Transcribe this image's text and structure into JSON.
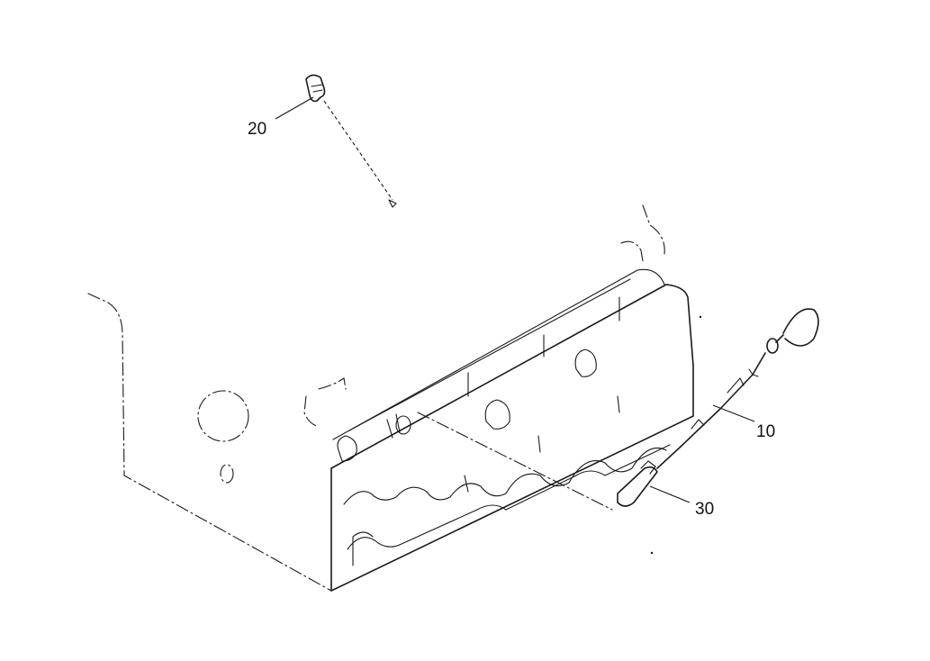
{
  "diagram": {
    "callouts": [
      {
        "id": "callout-20",
        "label": "20"
      },
      {
        "id": "callout-10",
        "label": "10"
      },
      {
        "id": "callout-30",
        "label": "30"
      }
    ]
  }
}
